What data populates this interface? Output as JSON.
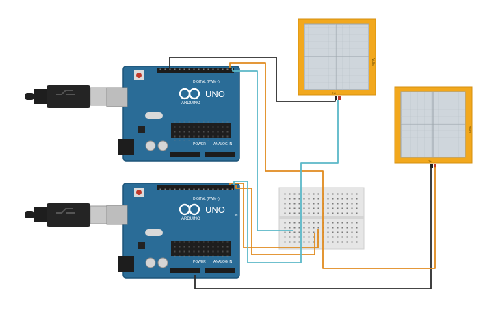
{
  "arduino_top": {
    "brand": "ARDUINO",
    "model": "UNO",
    "digital_label": "DIGITAL (PWM~)",
    "power_label": "POWER",
    "analog_label": "ANALOG IN"
  },
  "arduino_bottom": {
    "brand": "ARDUINO",
    "model": "UNO",
    "digital_label": "DIGITAL (PWM~)",
    "power_label": "POWER",
    "analog_label": "ANALOG IN",
    "on_label": "ON"
  },
  "meter_top": {
    "side_label": "Volts",
    "terminal_label": "T+/-"
  },
  "meter_right": {
    "side_label": "Volts",
    "terminal_label": "T+/-"
  },
  "colors": {
    "board": "#2a6c97",
    "meter_frame": "#f2a81d",
    "meter_screen": "#cfd6dc",
    "wire_orange": "#e08a1e",
    "wire_cyan": "#5bb8c8",
    "wire_dark": "#2b2b2b",
    "breadboard": "#e6e6e6"
  }
}
